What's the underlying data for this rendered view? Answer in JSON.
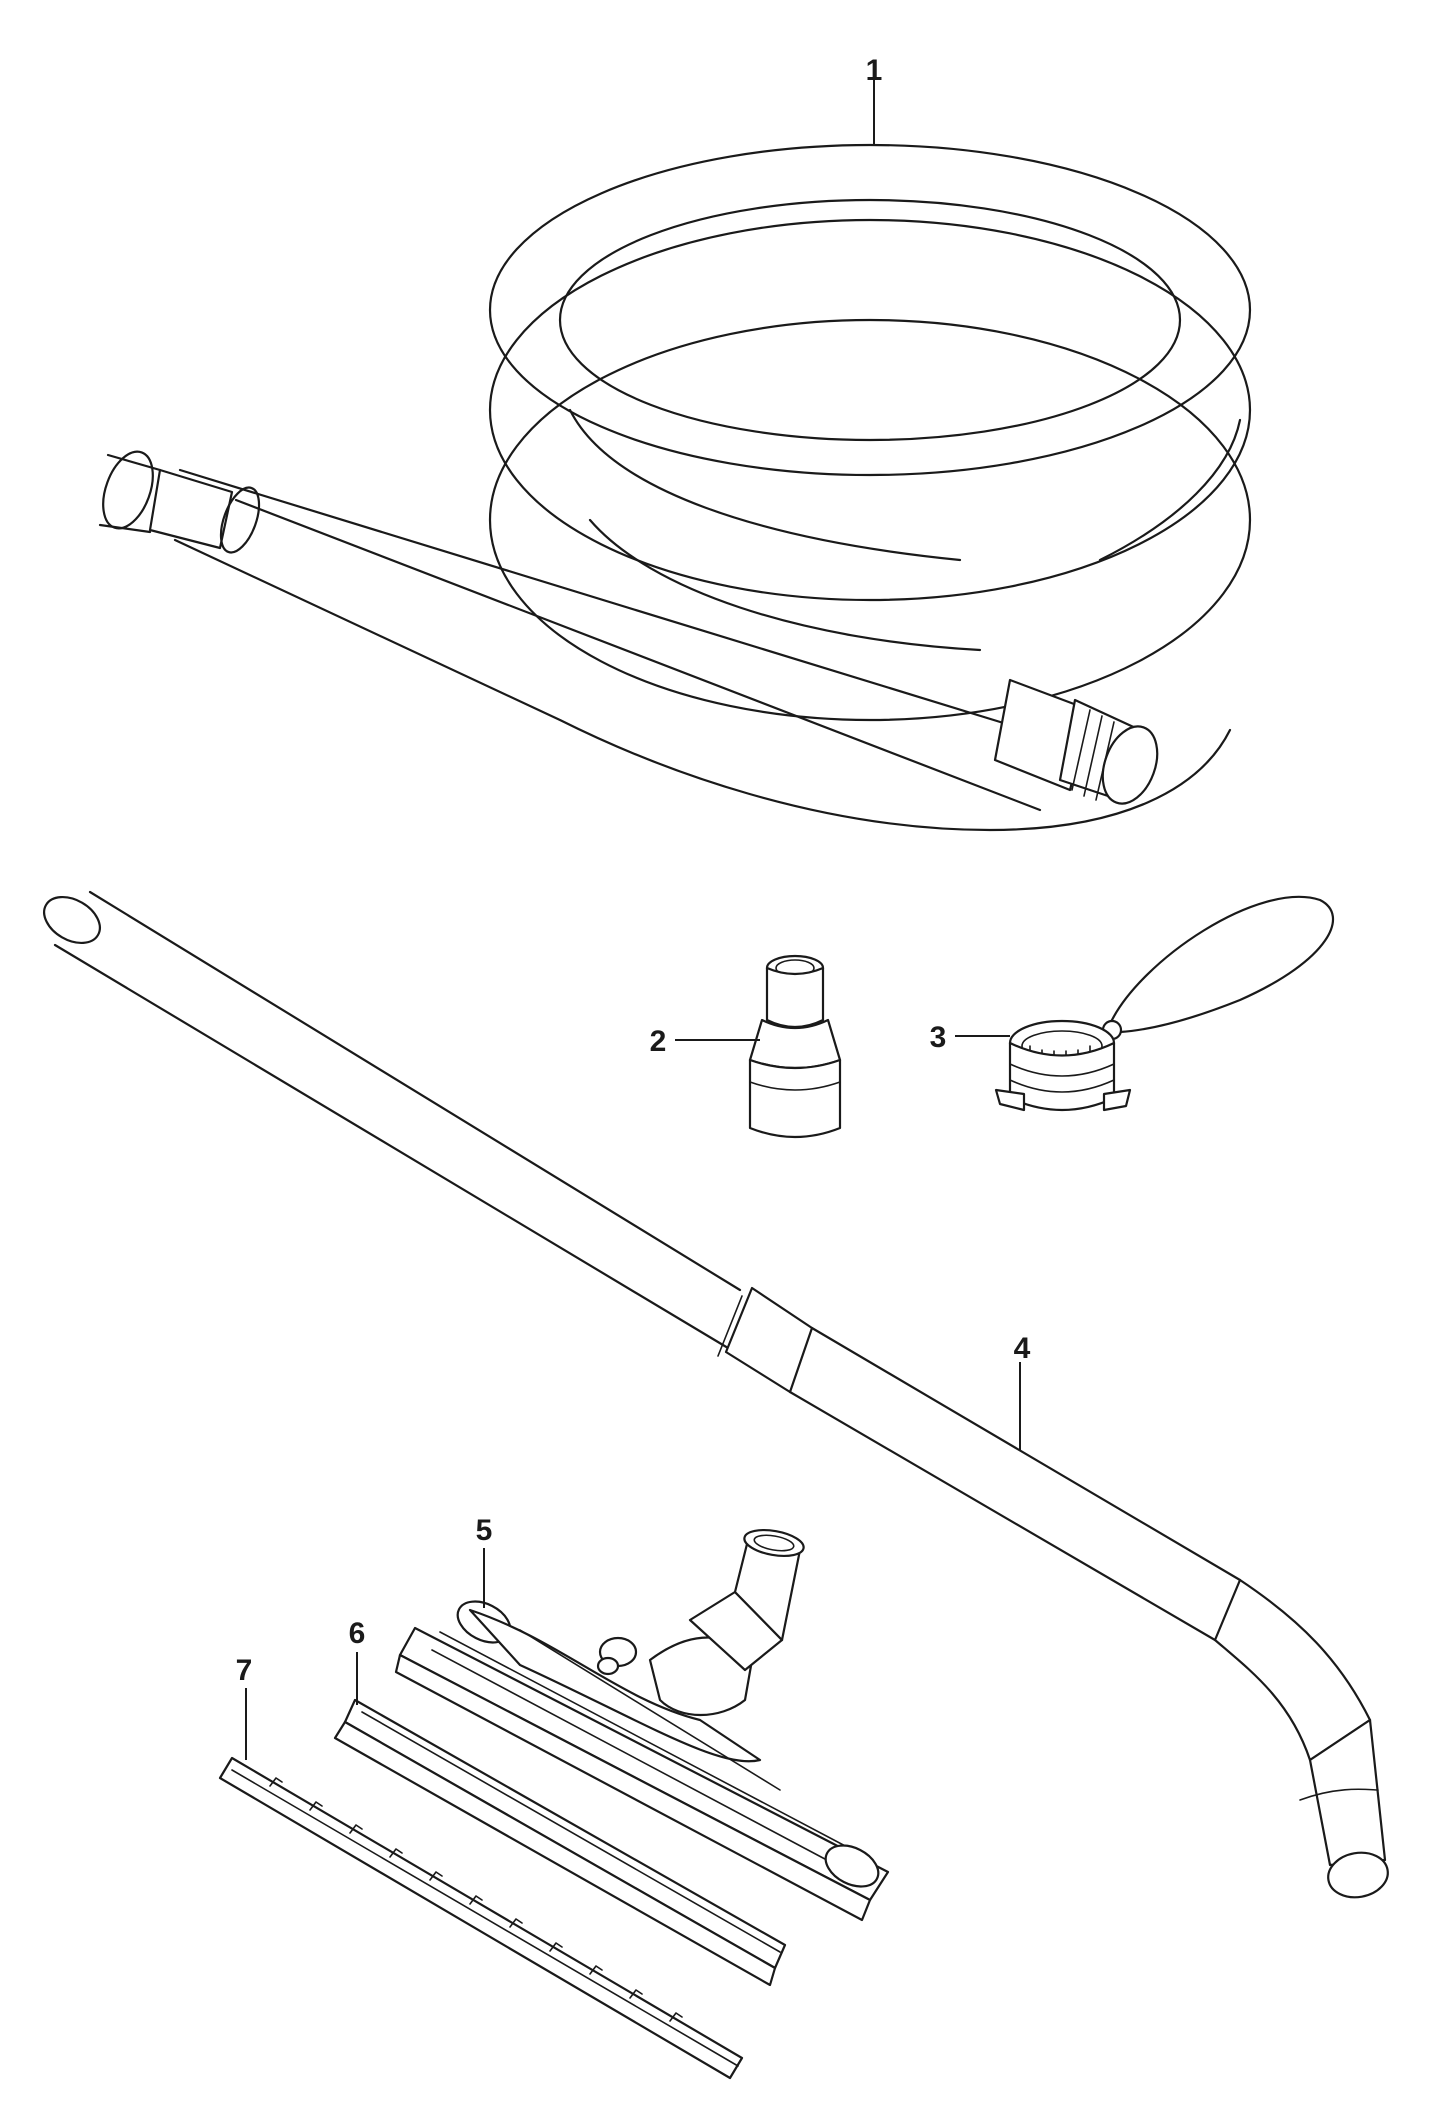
{
  "diagram": {
    "parts": [
      {
        "callout": "1",
        "name": "hose"
      },
      {
        "callout": "2",
        "name": "adapter"
      },
      {
        "callout": "3",
        "name": "coupling-with-loop"
      },
      {
        "callout": "4",
        "name": "bent-wand"
      },
      {
        "callout": "5",
        "name": "floor-nozzle"
      },
      {
        "callout": "6",
        "name": "squeegee-strip"
      },
      {
        "callout": "7",
        "name": "toothed-strip"
      }
    ]
  }
}
